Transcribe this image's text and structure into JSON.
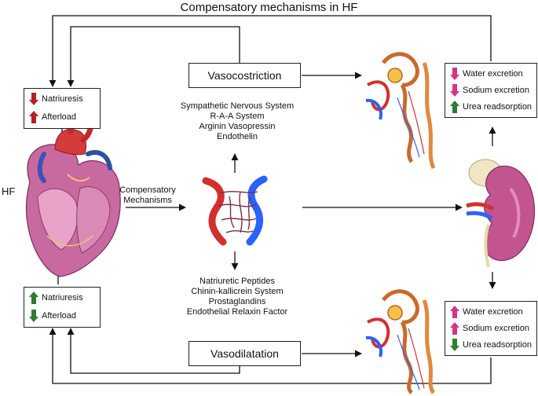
{
  "title": "Compensatory mechanisms in HF",
  "hf_label": "HF",
  "compensatory_label": [
    "Compensatory",
    "Mechanisms"
  ],
  "vasoconstriction": {
    "label": "Vasocostriction",
    "mediators": [
      "Sympathetic Nervous System",
      "R-A-A System",
      "Arginin Vasopressin",
      "Endothelin"
    ]
  },
  "vasodilatation": {
    "label": "Vasodilatation",
    "mediators": [
      "Natriuretic Peptides",
      "Chinin-kallicrein System",
      "Prostaglandins",
      "Endothelial Relaxin Factor"
    ]
  },
  "heart_top_box": [
    {
      "text": "Natriuresis",
      "direction": "down",
      "color": "#b22222"
    },
    {
      "text": "Afterload",
      "direction": "up",
      "color": "#b22222"
    }
  ],
  "heart_bottom_box": [
    {
      "text": "Natriuresis",
      "direction": "up",
      "color": "#2e7d32"
    },
    {
      "text": "Afterload",
      "direction": "down",
      "color": "#2e7d32"
    }
  ],
  "kidney_top_box": [
    {
      "text": "Water excretion",
      "direction": "down",
      "color": "#d63384"
    },
    {
      "text": "Sodium excretion",
      "direction": "down",
      "color": "#d63384"
    },
    {
      "text": "Urea readsorption",
      "direction": "up",
      "color": "#2e7d32"
    }
  ],
  "kidney_bottom_box": [
    {
      "text": "Water excretion",
      "direction": "up",
      "color": "#d63384"
    },
    {
      "text": "Sodium excretion",
      "direction": "up",
      "color": "#d63384"
    },
    {
      "text": "Urea readsorption",
      "direction": "down",
      "color": "#2e7d32"
    }
  ]
}
